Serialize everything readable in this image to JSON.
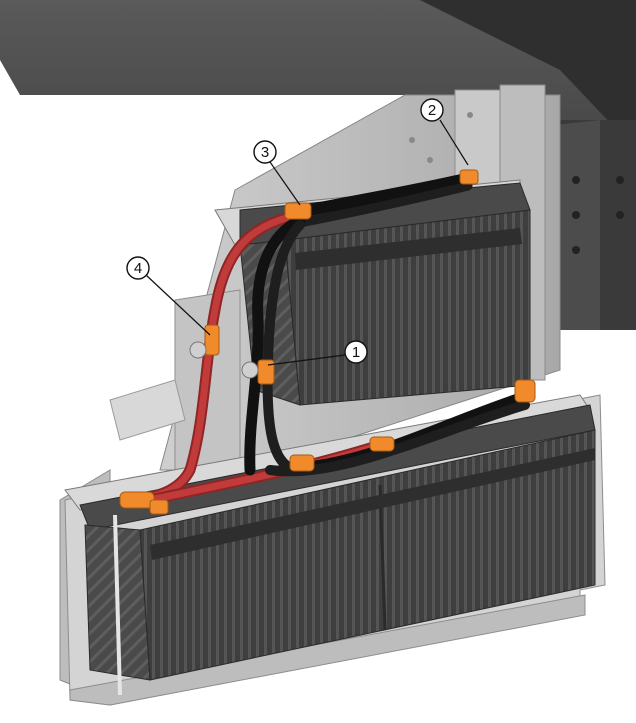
{
  "callouts": [
    {
      "label": "1"
    },
    {
      "label": "2"
    },
    {
      "label": "3"
    },
    {
      "label": "4"
    }
  ],
  "colors": {
    "frame": "#4a4a4a",
    "bracket": "#b9b9b9",
    "battery_dark": "#3c3c3c",
    "battery_mid": "#5a5a5a",
    "cable_red": "#c23b3b",
    "cable_black": "#1e1e1e",
    "terminal_orange": "#f08a2a"
  },
  "icons": [
    "circle-callout",
    "leader-line"
  ]
}
